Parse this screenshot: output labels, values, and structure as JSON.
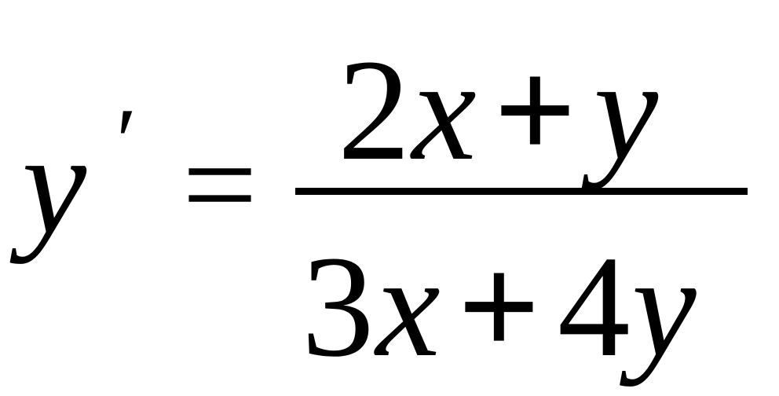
{
  "equation": {
    "lhs_var": "y",
    "prime": "′",
    "equals": "=",
    "numerator": {
      "coef1": "2",
      "var1": "x",
      "op": "+",
      "coef2": "",
      "var2": "y"
    },
    "denominator": {
      "coef1": "3",
      "var1": "x",
      "op": "+",
      "coef2": "4",
      "var2": "y"
    }
  }
}
